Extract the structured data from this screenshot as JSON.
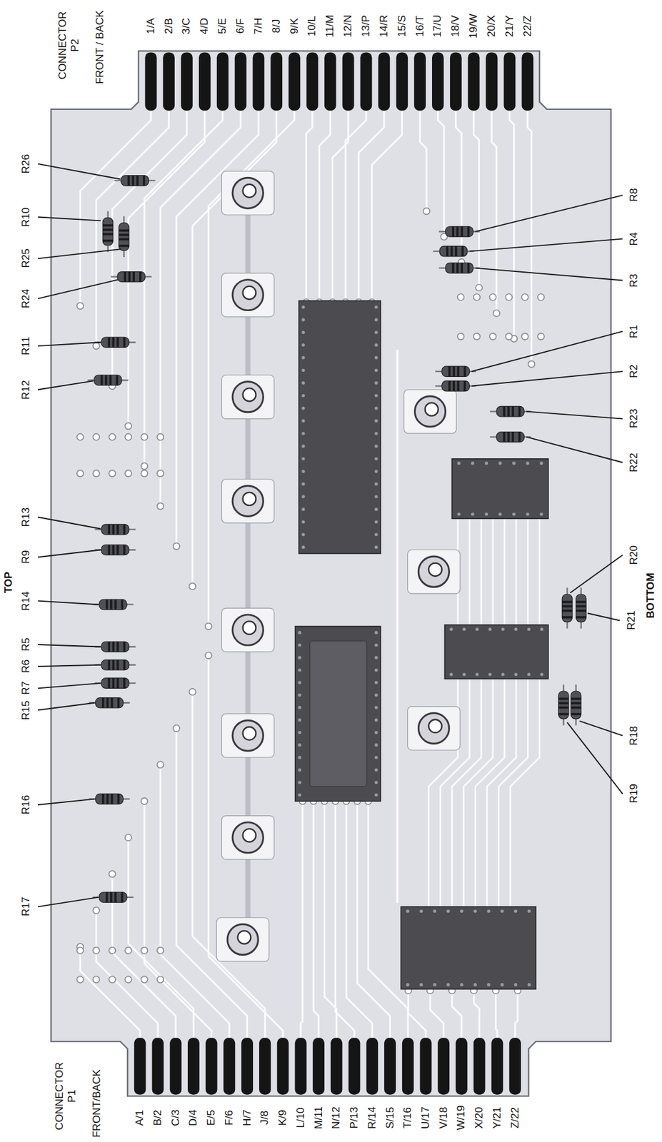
{
  "diagram": {
    "labels": [
      "CONNECTOR P2",
      "FRONT / BACK",
      "1/A",
      "2/B",
      "3/C",
      "4/D",
      "5/E",
      "6/F",
      "7/H",
      "8/J",
      "9/K",
      "10/L",
      "11/M",
      "12/N",
      "13/P",
      "14/R",
      "15/S",
      "16/T",
      "17/U",
      "18/V",
      "19/W",
      "20/X",
      "21/Y",
      "22/Z",
      "R26",
      "R10",
      "R25",
      "R24",
      "R11",
      "R12",
      "R13",
      "R9",
      "R14",
      "R5",
      "R6",
      "R7",
      "R15",
      "R16",
      "R17",
      "R8",
      "R4",
      "R3",
      "R1",
      "R2",
      "R23",
      "R22",
      "R20",
      "R21",
      "R18",
      "R19",
      "TOP",
      "BOTTOM",
      "CONNECTOR P1",
      "FRONT/BACK",
      "A/1",
      "B/2",
      "C/3",
      "D/4",
      "E/5",
      "F/6",
      "H/7",
      "J/8",
      "K/9",
      "L/10",
      "M/11",
      "N/12",
      "P/13",
      "R/14",
      "S/15",
      "T/16",
      "U/17",
      "V/18",
      "W/19",
      "X/20",
      "Y/21",
      "Z/22"
    ]
  }
}
